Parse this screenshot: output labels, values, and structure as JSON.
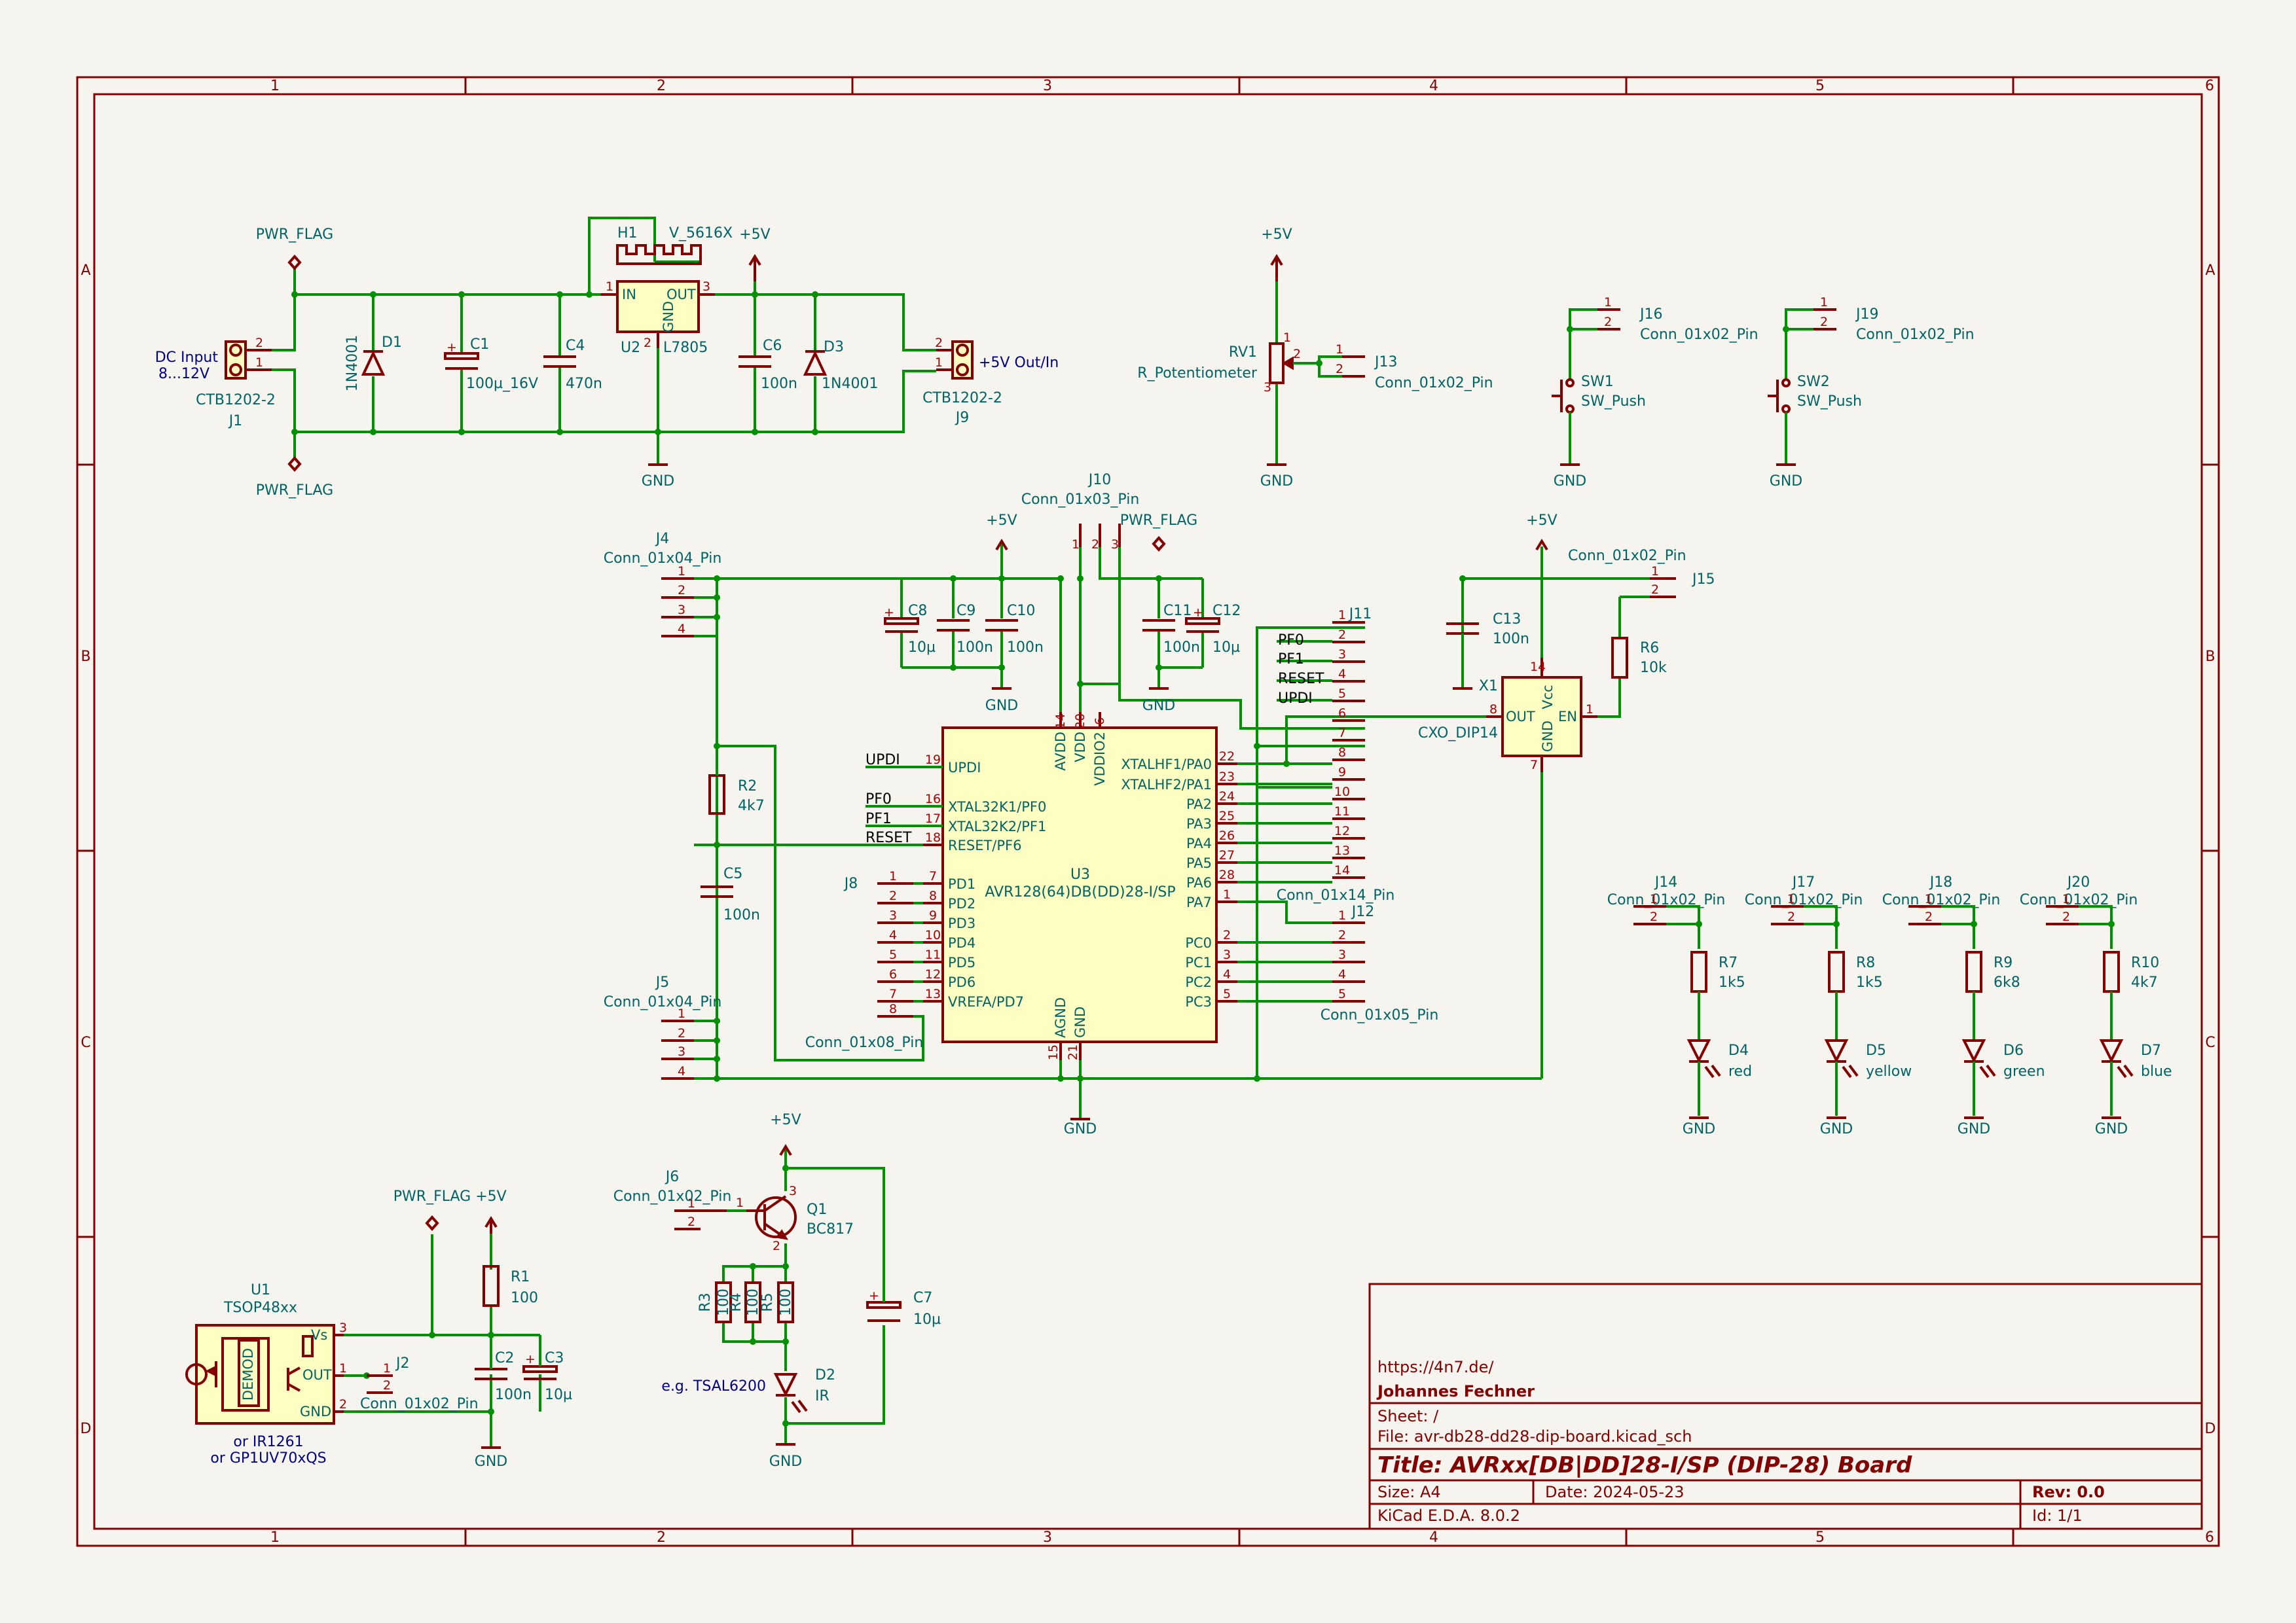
{
  "colors": {
    "background": "#f5f4ef",
    "frame": "#840000",
    "wire": "#009100",
    "body": "#fffec2",
    "text": "#006464",
    "note": "#000084"
  },
  "grid": {
    "cols": [
      "1",
      "2",
      "3",
      "4",
      "5",
      "6"
    ],
    "rows": [
      "A",
      "B",
      "C",
      "D"
    ]
  },
  "title_block": {
    "url": "https://4n7.de/",
    "author": "Johannes Fechner",
    "sheet": "Sheet: /",
    "file": "File: avr-db28-dd28-dip-board.kicad_sch",
    "title": "Title: AVRxx[DB|DD]28-I/SP (DIP-28) Board",
    "size": "Size: A4",
    "date": "Date: 2024-05-23",
    "rev": "Rev: 0.0",
    "tool": "KiCad E.D.A. 8.0.2",
    "id": "Id: 1/1"
  },
  "notes": {
    "dc_input": "DC Input",
    "dc_range": "8...12V",
    "out_label": "+5V Out/In",
    "ir_alt1": "or IR1261",
    "ir_alt2": "or GP1UV70xQS",
    "ir_led": "e.g. TSAL6200"
  },
  "power": {
    "pwr_flag": "PWR_FLAG",
    "v5": "+5V",
    "gnd": "GND"
  },
  "components": {
    "J1": {
      "ref": "J1",
      "value": "CTB1202-2"
    },
    "J9": {
      "ref": "J9",
      "value": "CTB1202-2"
    },
    "D1": {
      "ref": "D1",
      "value": "1N4001"
    },
    "C1": {
      "ref": "C1",
      "value": "100µ_16V"
    },
    "C4": {
      "ref": "C4",
      "value": "470n"
    },
    "H1": {
      "ref": "H1",
      "value": "V_5616X"
    },
    "U2": {
      "ref": "U2",
      "value": "L7805",
      "pins": {
        "in": "IN",
        "out": "OUT",
        "gnd": "GND"
      }
    },
    "C6": {
      "ref": "C6",
      "value": "100n"
    },
    "D3": {
      "ref": "D3",
      "value": "1N4001"
    },
    "RV1": {
      "ref": "RV1",
      "value": "R_Potentiometer"
    },
    "J13": {
      "ref": "J13",
      "value": "Conn_01x02_Pin"
    },
    "J16": {
      "ref": "J16",
      "value": "Conn_01x02_Pin"
    },
    "J19": {
      "ref": "J19",
      "value": "Conn_01x02_Pin"
    },
    "SW1": {
      "ref": "SW1",
      "value": "SW_Push"
    },
    "SW2": {
      "ref": "SW2",
      "value": "SW_Push"
    },
    "J4": {
      "ref": "J4",
      "value": "Conn_01x04_Pin"
    },
    "J5": {
      "ref": "J5",
      "value": "Conn_01x04_Pin"
    },
    "J10": {
      "ref": "J10",
      "value": "Conn_01x03_Pin"
    },
    "C8": {
      "ref": "C8",
      "value": "10µ"
    },
    "C9": {
      "ref": "C9",
      "value": "100n"
    },
    "C10": {
      "ref": "C10",
      "value": "100n"
    },
    "C11": {
      "ref": "C11",
      "value": "100n"
    },
    "C12": {
      "ref": "C12",
      "value": "10µ"
    },
    "J11": {
      "ref": "J11",
      "value": "Conn_01x14_Pin"
    },
    "J12": {
      "ref": "J12",
      "value": "Conn_01x05_Pin"
    },
    "C13": {
      "ref": "C13",
      "value": "100n"
    },
    "X1": {
      "ref": "X1",
      "value": "CXO_DIP14",
      "pins": {
        "vcc": "Vcc",
        "out": "OUT",
        "en": "EN",
        "gnd": "GND"
      }
    },
    "J15": {
      "ref": "J15",
      "value": "Conn_01x02_Pin"
    },
    "R6": {
      "ref": "R6",
      "value": "10k"
    },
    "R2": {
      "ref": "R2",
      "value": "4k7"
    },
    "C5": {
      "ref": "C5",
      "value": "100n"
    },
    "J8": {
      "ref": "J8",
      "value": "Conn_01x08_Pin"
    },
    "U3": {
      "ref": "U3",
      "value": "AVR128(64)DB(DD)28-I/SP"
    },
    "J14": {
      "ref": "J14",
      "value": "Conn_01x02_Pin"
    },
    "J17": {
      "ref": "J17",
      "value": "Conn_01x02_Pin"
    },
    "J18": {
      "ref": "J18",
      "value": "Conn_01x02_Pin"
    },
    "J20": {
      "ref": "J20",
      "value": "Conn_01x02_Pin"
    },
    "R7": {
      "ref": "R7",
      "value": "1k5"
    },
    "R8": {
      "ref": "R8",
      "value": "1k5"
    },
    "R9": {
      "ref": "R9",
      "value": "6k8"
    },
    "R10": {
      "ref": "R10",
      "value": "4k7"
    },
    "D4": {
      "ref": "D4",
      "value": "red"
    },
    "D5": {
      "ref": "D5",
      "value": "yellow"
    },
    "D6": {
      "ref": "D6",
      "value": "green"
    },
    "D7": {
      "ref": "D7",
      "value": "blue"
    },
    "U1": {
      "ref": "U1",
      "value": "TSOP48xx",
      "pins": {
        "vs": "Vs",
        "out": "OUT",
        "gnd": "GND",
        "demod": "DEMOD"
      }
    },
    "R1": {
      "ref": "R1",
      "value": "100"
    },
    "C2": {
      "ref": "C2",
      "value": "100n"
    },
    "C3": {
      "ref": "C3",
      "value": "10µ"
    },
    "J2": {
      "ref": "J2",
      "value": "Conn_01x02_Pin"
    },
    "J6": {
      "ref": "J6",
      "value": "Conn_01x02_Pin"
    },
    "Q1": {
      "ref": "Q1",
      "value": "BC817"
    },
    "R3": {
      "ref": "R3",
      "value": "100"
    },
    "R4": {
      "ref": "R4",
      "value": "100"
    },
    "R5": {
      "ref": "R5",
      "value": "100"
    },
    "C7": {
      "ref": "C7",
      "value": "10µ"
    },
    "D2": {
      "ref": "D2",
      "value": "IR"
    }
  },
  "u3_pins_left": [
    {
      "num": "19",
      "name": "UPDI",
      "net": "UPDI"
    },
    {
      "num": "16",
      "name": "XTAL32K1/PF0",
      "net": "PF0"
    },
    {
      "num": "17",
      "name": "XTAL32K2/PF1",
      "net": "PF1"
    },
    {
      "num": "18",
      "name": "RESET/PF6",
      "net": "RESET"
    },
    {
      "num": "7",
      "name": "PD1"
    },
    {
      "num": "8",
      "name": "PD2"
    },
    {
      "num": "9",
      "name": "PD3"
    },
    {
      "num": "10",
      "name": "PD4"
    },
    {
      "num": "11",
      "name": "PD5"
    },
    {
      "num": "12",
      "name": "PD6"
    },
    {
      "num": "13",
      "name": "VREFA/PD7"
    }
  ],
  "u3_pins_right": [
    {
      "num": "22",
      "name": "XTALHF1/PA0"
    },
    {
      "num": "23",
      "name": "XTALHF2/PA1"
    },
    {
      "num": "24",
      "name": "PA2"
    },
    {
      "num": "25",
      "name": "PA3"
    },
    {
      "num": "26",
      "name": "PA4"
    },
    {
      "num": "27",
      "name": "PA5"
    },
    {
      "num": "28",
      "name": "PA6"
    },
    {
      "num": "1",
      "name": "PA7"
    },
    {
      "num": "2",
      "name": "PC0"
    },
    {
      "num": "3",
      "name": "PC1"
    },
    {
      "num": "4",
      "name": "PC2"
    },
    {
      "num": "5",
      "name": "PC3"
    }
  ],
  "u3_pins_top": [
    {
      "num": "14",
      "name": "AVDD"
    },
    {
      "num": "20",
      "name": "VDD"
    },
    {
      "num": "6",
      "name": "VDDIO2"
    }
  ],
  "u3_pins_bottom": [
    {
      "num": "15",
      "name": "AGND"
    },
    {
      "num": "21",
      "name": "GND"
    }
  ],
  "j11_nets": [
    "PF0",
    "PF1",
    "RESET",
    "UPDI"
  ]
}
